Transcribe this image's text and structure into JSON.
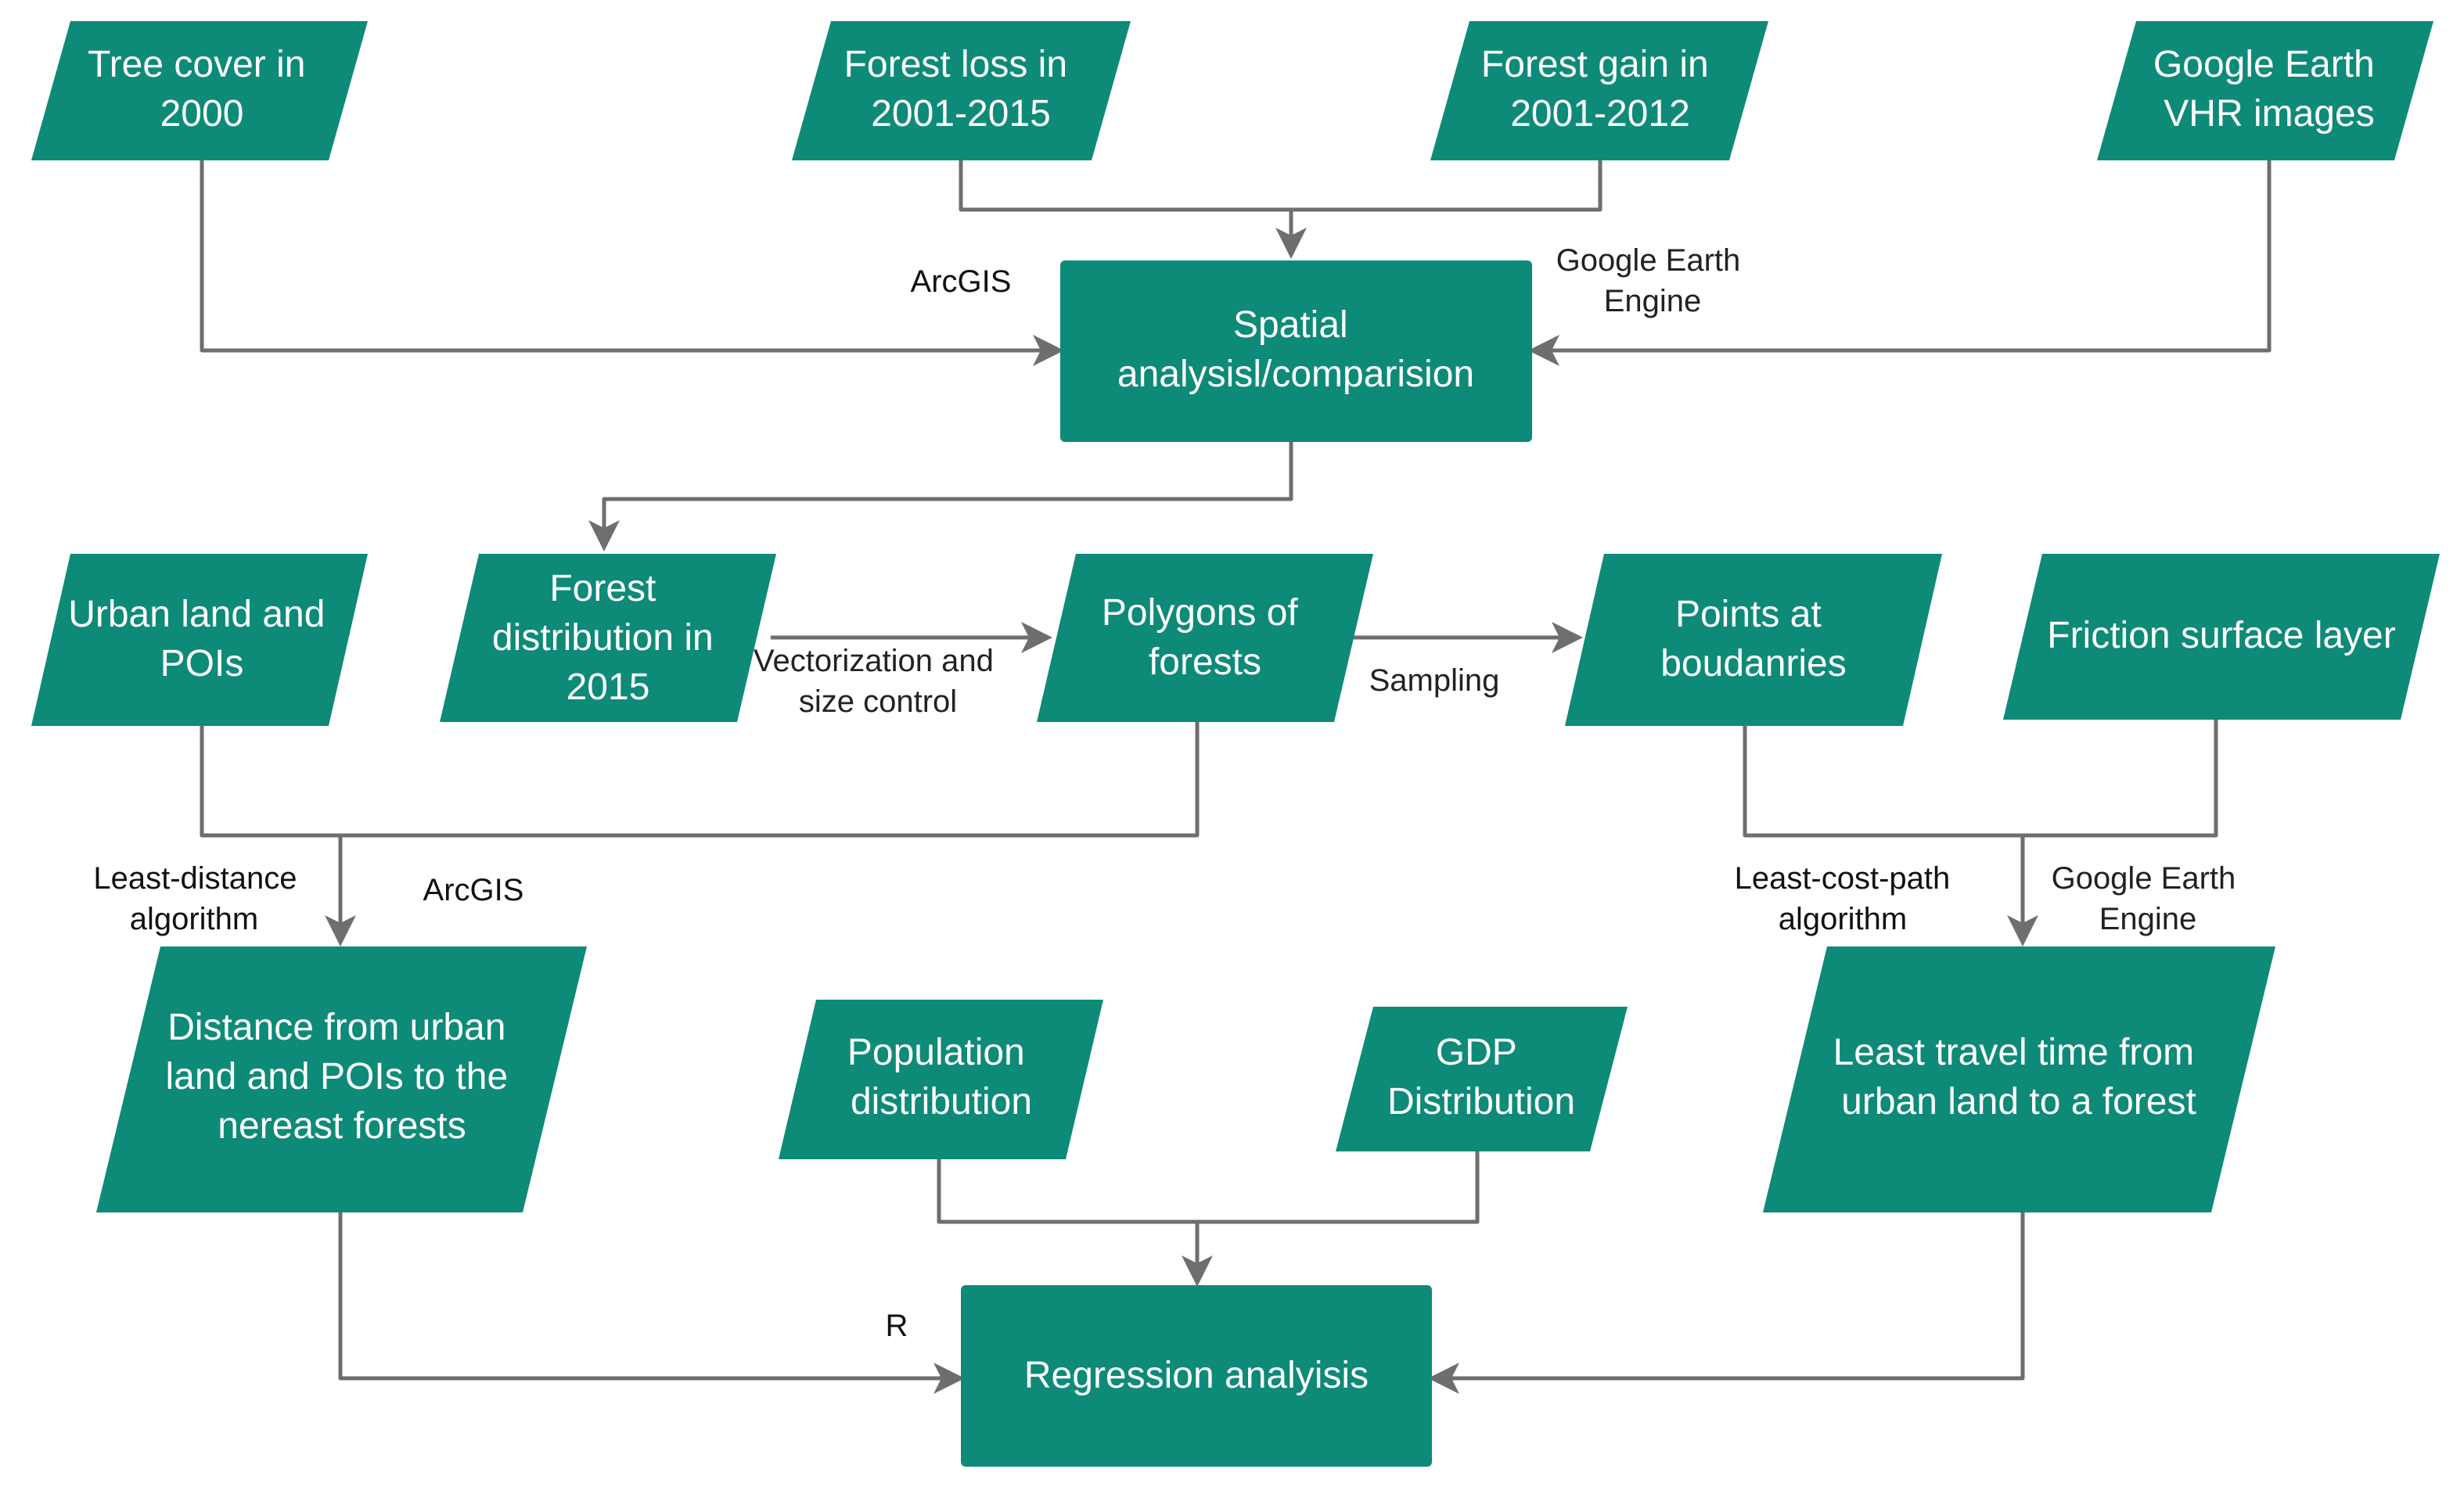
{
  "nodes": {
    "tree_cover": {
      "lines": [
        "Tree cover in",
        "2000"
      ],
      "shape": "parallelogram"
    },
    "forest_loss": {
      "lines": [
        "Forest loss in",
        "2001-2015"
      ],
      "shape": "parallelogram"
    },
    "forest_gain": {
      "lines": [
        "Forest gain in",
        "2001-2012"
      ],
      "shape": "parallelogram"
    },
    "google_earth_vhr": {
      "lines": [
        "Google Earth",
        "VHR images"
      ],
      "shape": "parallelogram"
    },
    "spatial_analysis": {
      "lines": [
        "Spatial",
        "analysisl/comparision"
      ],
      "shape": "rectangle"
    },
    "urban_land_pois": {
      "lines": [
        "Urban land and",
        "POIs"
      ],
      "shape": "parallelogram"
    },
    "forest_distribution": {
      "lines": [
        "Forest",
        "distribution in",
        "2015"
      ],
      "shape": "parallelogram"
    },
    "polygons": {
      "lines": [
        "Polygons of",
        "forests"
      ],
      "shape": "parallelogram"
    },
    "points_boundaries": {
      "lines": [
        "Points  at",
        "boudanries"
      ],
      "shape": "parallelogram"
    },
    "friction_surface": {
      "lines": [
        "Friction surface layer"
      ],
      "shape": "parallelogram"
    },
    "distance_urban": {
      "lines": [
        "Distance from urban",
        "land and POIs to the",
        "nereast forests"
      ],
      "shape": "parallelogram"
    },
    "population": {
      "lines": [
        "Population",
        "distribution"
      ],
      "shape": "parallelogram"
    },
    "gdp": {
      "lines": [
        "GDP",
        "Distribution"
      ],
      "shape": "parallelogram"
    },
    "least_travel": {
      "lines": [
        "Least travel time from",
        "urban land  to a forest"
      ],
      "shape": "parallelogram"
    },
    "regression": {
      "lines": [
        "Regression analyisis"
      ],
      "shape": "rectangle"
    }
  },
  "edge_labels": {
    "arcgis_top": {
      "lines": [
        "ArcGIS"
      ]
    },
    "gee_top": {
      "lines": [
        "Google Earth",
        "Engine"
      ]
    },
    "vectorization": {
      "lines": [
        "Vectorization and",
        "size control"
      ]
    },
    "sampling": {
      "lines": [
        "Sampling"
      ]
    },
    "least_distance": {
      "lines": [
        "Least-distance",
        "algorithm"
      ]
    },
    "arcgis_mid": {
      "lines": [
        "ArcGIS"
      ]
    },
    "least_cost_path": {
      "lines": [
        "Least-cost-path",
        "algorithm"
      ]
    },
    "gee_mid": {
      "lines": [
        "Google Earth",
        "Engine"
      ]
    },
    "r_label": {
      "lines": [
        "R"
      ]
    }
  },
  "edges": [
    {
      "from": "tree_cover",
      "to": "spatial_analysis"
    },
    {
      "from": "forest_loss",
      "to": "spatial_analysis"
    },
    {
      "from": "forest_gain",
      "to": "spatial_analysis"
    },
    {
      "from": "google_earth_vhr",
      "to": "spatial_analysis"
    },
    {
      "from": "spatial_analysis",
      "to": "forest_distribution"
    },
    {
      "from": "forest_distribution",
      "to": "polygons"
    },
    {
      "from": "polygons",
      "to": "points_boundaries"
    },
    {
      "from": "urban_land_pois",
      "to": "distance_urban"
    },
    {
      "from": "polygons",
      "to": "distance_urban"
    },
    {
      "from": "points_boundaries",
      "to": "least_travel"
    },
    {
      "from": "friction_surface",
      "to": "least_travel"
    },
    {
      "from": "population",
      "to": "regression"
    },
    {
      "from": "gdp",
      "to": "regression"
    },
    {
      "from": "distance_urban",
      "to": "regression"
    },
    {
      "from": "least_travel",
      "to": "regression"
    }
  ],
  "colors": {
    "node_fill": "#0e8a78",
    "node_text": "#ffffff",
    "connector": "#6e6e6e",
    "label_text": "#222222"
  }
}
